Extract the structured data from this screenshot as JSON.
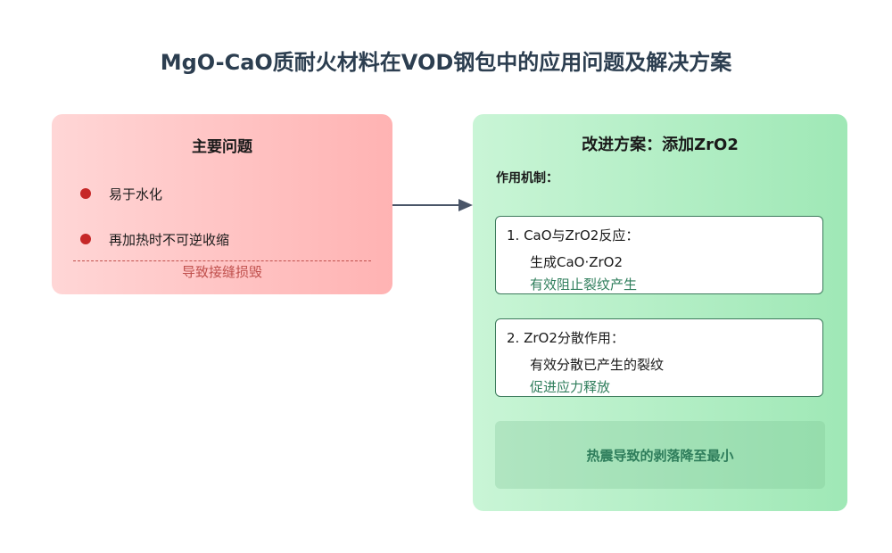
{
  "title": "MgO-CaO质耐火材料在VOD钢包中的应用问题及解决方案",
  "problems": {
    "heading": "主要问题",
    "items": [
      {
        "label": "易于水化"
      },
      {
        "label": "再加热时不可逆收缩"
      }
    ],
    "consequence": "导致接缝损毁"
  },
  "solution": {
    "heading": "改进方案：添加ZrO2",
    "mechanism_label": "作用机制：",
    "mechanisms": [
      {
        "heading": "1. CaO与ZrO2反应：",
        "detail": "生成CaO·ZrO2",
        "effect": "有效阻止裂纹产生"
      },
      {
        "heading": "2. ZrO2分散作用：",
        "detail": "有效分散已产生的裂纹",
        "effect": "促进应力释放"
      }
    ],
    "result": "热震导致的剥落降至最小"
  },
  "colors": {
    "problem_accent": "#c62828",
    "problem_dashed": "#c0504d",
    "solution_accent": "#2e7d5b",
    "arrow": "#4a5568"
  }
}
